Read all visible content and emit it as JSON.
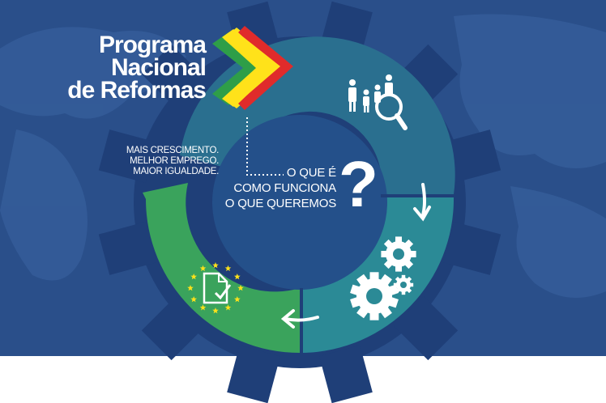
{
  "title": {
    "line1": "Programa",
    "line2": "Nacional",
    "line3": "de Reformas"
  },
  "slogan": {
    "line1": "MAIS CRESCIMENTO.",
    "line2": "MELHOR EMPREGO.",
    "line3": "MAIOR IGUALDADE."
  },
  "questions": {
    "line1": "O QUE É",
    "line2": "COMO FUNCIONA",
    "line3": "O QUE QUEREMOS",
    "mark": "?"
  },
  "colors": {
    "background": "#2a4f8a",
    "gear_outer": "#1f3f78",
    "ring_teal": "#2a6f8f",
    "ring_green": "#3aa35c",
    "logo_red": "#e02b2b",
    "logo_yellow": "#ffe21a",
    "logo_green": "#2e9e48"
  },
  "icons": {
    "people": "people-search-icon",
    "gears": "gears-icon",
    "document": "eu-document-check-icon",
    "arrow_down": "arrow-down-icon",
    "arrow_left": "arrow-left-icon"
  }
}
